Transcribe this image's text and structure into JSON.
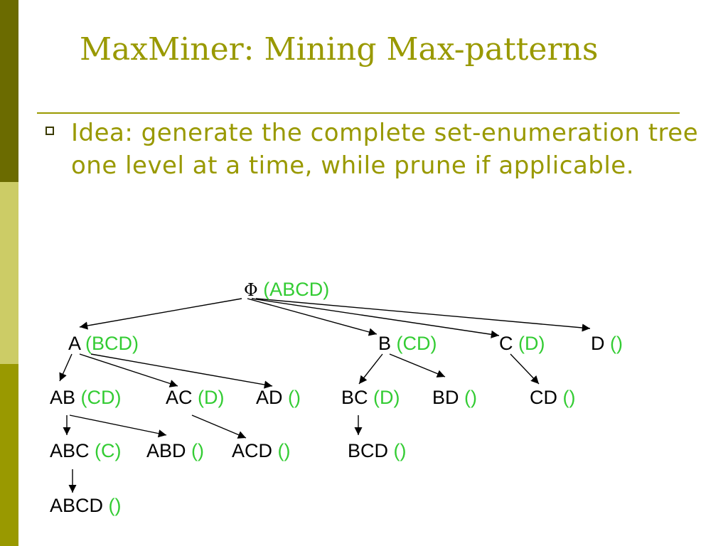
{
  "slide": {
    "title": "MaxMiner: Mining Max-patterns",
    "bullet": "Idea: generate the complete set-enumeration tree one level at a time, while prune if applicable.",
    "colors": {
      "accent": "#999900",
      "sidebar_dark": "#6b6b00",
      "sidebar_light": "#cccc66",
      "tail_green": "#33cc33"
    }
  },
  "tree": {
    "nodes": [
      {
        "id": "root",
        "label": "Φ",
        "tail": "(ABCD)"
      },
      {
        "id": "A",
        "label": "A",
        "tail": "(BCD)"
      },
      {
        "id": "B",
        "label": "B",
        "tail": "(CD)"
      },
      {
        "id": "C",
        "label": "C",
        "tail": "(D)"
      },
      {
        "id": "D",
        "label": "D",
        "tail": "()"
      },
      {
        "id": "AB",
        "label": "AB",
        "tail": "(CD)"
      },
      {
        "id": "AC",
        "label": "AC",
        "tail": "(D)"
      },
      {
        "id": "AD",
        "label": "AD",
        "tail": "()"
      },
      {
        "id": "BC",
        "label": "BC",
        "tail": "(D)"
      },
      {
        "id": "BD",
        "label": "BD",
        "tail": "()"
      },
      {
        "id": "CD",
        "label": "CD",
        "tail": "()"
      },
      {
        "id": "ABC",
        "label": "ABC",
        "tail": "(C)"
      },
      {
        "id": "ABD",
        "label": "ABD",
        "tail": "()"
      },
      {
        "id": "ACD",
        "label": "ACD",
        "tail": "()"
      },
      {
        "id": "BCD",
        "label": "BCD",
        "tail": "()"
      },
      {
        "id": "ABCD",
        "label": "ABCD",
        "tail": "()"
      }
    ],
    "edges": [
      [
        "root",
        "A"
      ],
      [
        "root",
        "B"
      ],
      [
        "root",
        "C"
      ],
      [
        "root",
        "D"
      ],
      [
        "A",
        "AB"
      ],
      [
        "A",
        "AC"
      ],
      [
        "A",
        "AD"
      ],
      [
        "B",
        "BC"
      ],
      [
        "B",
        "BD"
      ],
      [
        "C",
        "CD"
      ],
      [
        "AB",
        "ABC"
      ],
      [
        "AB",
        "ABD"
      ],
      [
        "AC",
        "ACD"
      ],
      [
        "BC",
        "BCD"
      ],
      [
        "ABC",
        "ABCD"
      ]
    ]
  }
}
